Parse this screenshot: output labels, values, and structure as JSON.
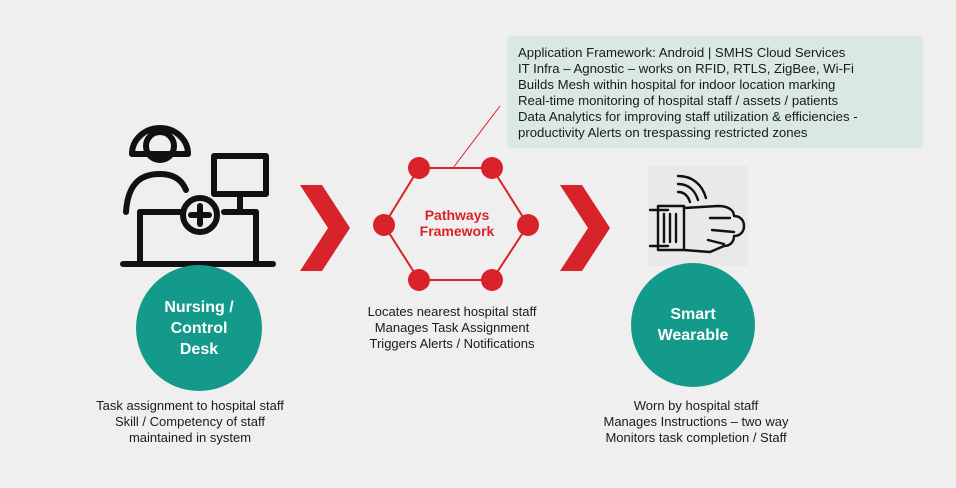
{
  "callout": {
    "lines": [
      "Application Framework: Android | SMHS Cloud Services",
      "IT Infra – Agnostic – works on RFID, RTLS, ZigBee, Wi-Fi",
      "Builds Mesh within hospital for indoor location marking",
      "Real-time monitoring of hospital staff / assets / patients",
      "Data Analytics for improving staff utilization & efficiencies -",
      "productivity Alerts on trespassing restricted zones"
    ]
  },
  "nursing": {
    "title_lines": [
      "Nursing /",
      "Control",
      "Desk"
    ],
    "desc": [
      "Task assignment to hospital staff",
      "Skill / Competency of staff",
      "maintained in system"
    ]
  },
  "pathways": {
    "title_lines": [
      "Pathways",
      "Framework"
    ],
    "desc": [
      "Locates nearest hospital staff",
      "Manages Task Assignment",
      "Triggers Alerts / Notifications"
    ]
  },
  "wearable": {
    "title_lines": [
      "Smart",
      "Wearable"
    ],
    "desc": [
      "Worn by hospital staff",
      "Manages Instructions – two way",
      "Monitors task completion / Staff"
    ]
  },
  "colors": {
    "teal": "#139a8a",
    "red": "#d8232a",
    "callout_bg": "#d9e8e3",
    "background": "#efefef"
  },
  "icons": [
    "nurse-desk-icon",
    "arrow-right-icon",
    "hexagon-network-icon",
    "smart-wearable-hand-icon"
  ]
}
